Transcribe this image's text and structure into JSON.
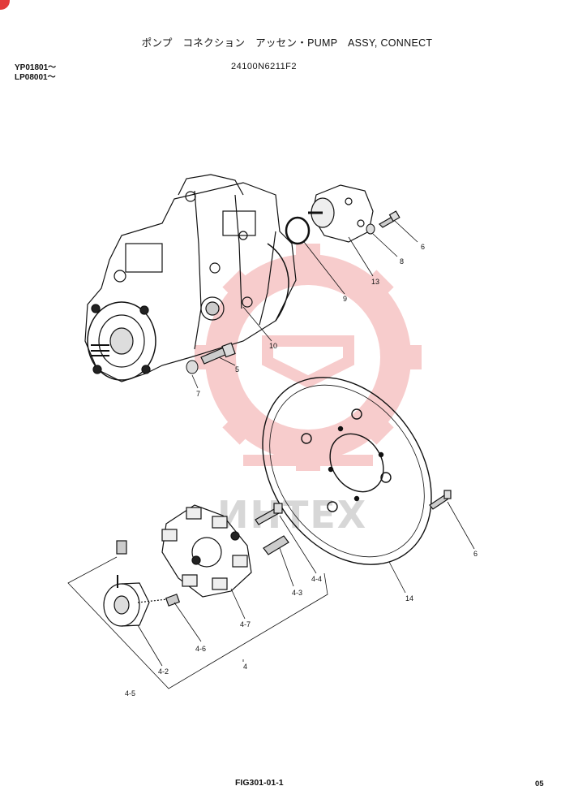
{
  "header": {
    "title": "ポンプ　コネクション　アッセン・PUMP　ASSY, CONNECT",
    "serial_1": "YP01801～",
    "serial_2": "LP08001～",
    "part_number": "24100N6211F2"
  },
  "watermark": {
    "text": "ИНТЕХ",
    "color": "#f2a3a3"
  },
  "callouts": [
    {
      "id": "c6a",
      "label": "6"
    },
    {
      "id": "c8",
      "label": "8"
    },
    {
      "id": "c13",
      "label": "13"
    },
    {
      "id": "c9",
      "label": "9"
    },
    {
      "id": "c10",
      "label": "10"
    },
    {
      "id": "c5",
      "label": "5"
    },
    {
      "id": "c7",
      "label": "7"
    },
    {
      "id": "c6b",
      "label": "6"
    },
    {
      "id": "c14",
      "label": "14"
    },
    {
      "id": "c44",
      "label": "4-4"
    },
    {
      "id": "c43",
      "label": "4-3"
    },
    {
      "id": "c47",
      "label": "4-7"
    },
    {
      "id": "c46",
      "label": "4-6"
    },
    {
      "id": "c42",
      "label": "4-2"
    },
    {
      "id": "c4",
      "label": "4"
    },
    {
      "id": "c45",
      "label": "4-5"
    }
  ],
  "footer": {
    "figure": "FIG301-01-1",
    "page": "05"
  }
}
